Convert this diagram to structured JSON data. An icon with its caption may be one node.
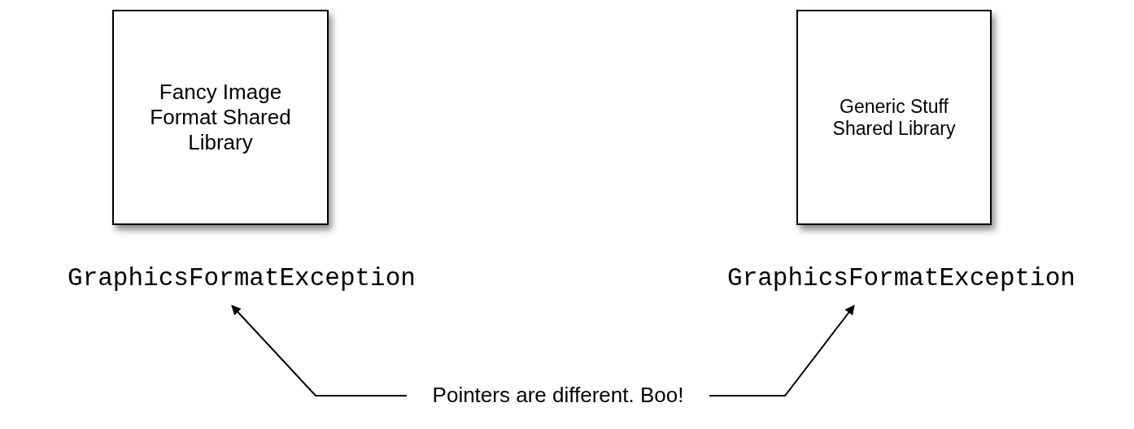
{
  "diagram": {
    "nodes": [
      {
        "text": [
          "Fancy Image Format Shared Library"
        ]
      },
      {
        "text": [
          "Generic Stuff Shared Library"
        ]
      },
      {
        "text": [
          "GraphicsFormatException"
        ]
      },
      {
        "text": [
          "GraphicsFormatException"
        ]
      },
      {
        "text": [
          "Pointers are different. Boo!"
        ]
      }
    ],
    "edges": [
      {
        "from": 4,
        "to": 2,
        "arrow": "to"
      },
      {
        "from": 4,
        "to": 3,
        "arrow": "to"
      }
    ]
  }
}
